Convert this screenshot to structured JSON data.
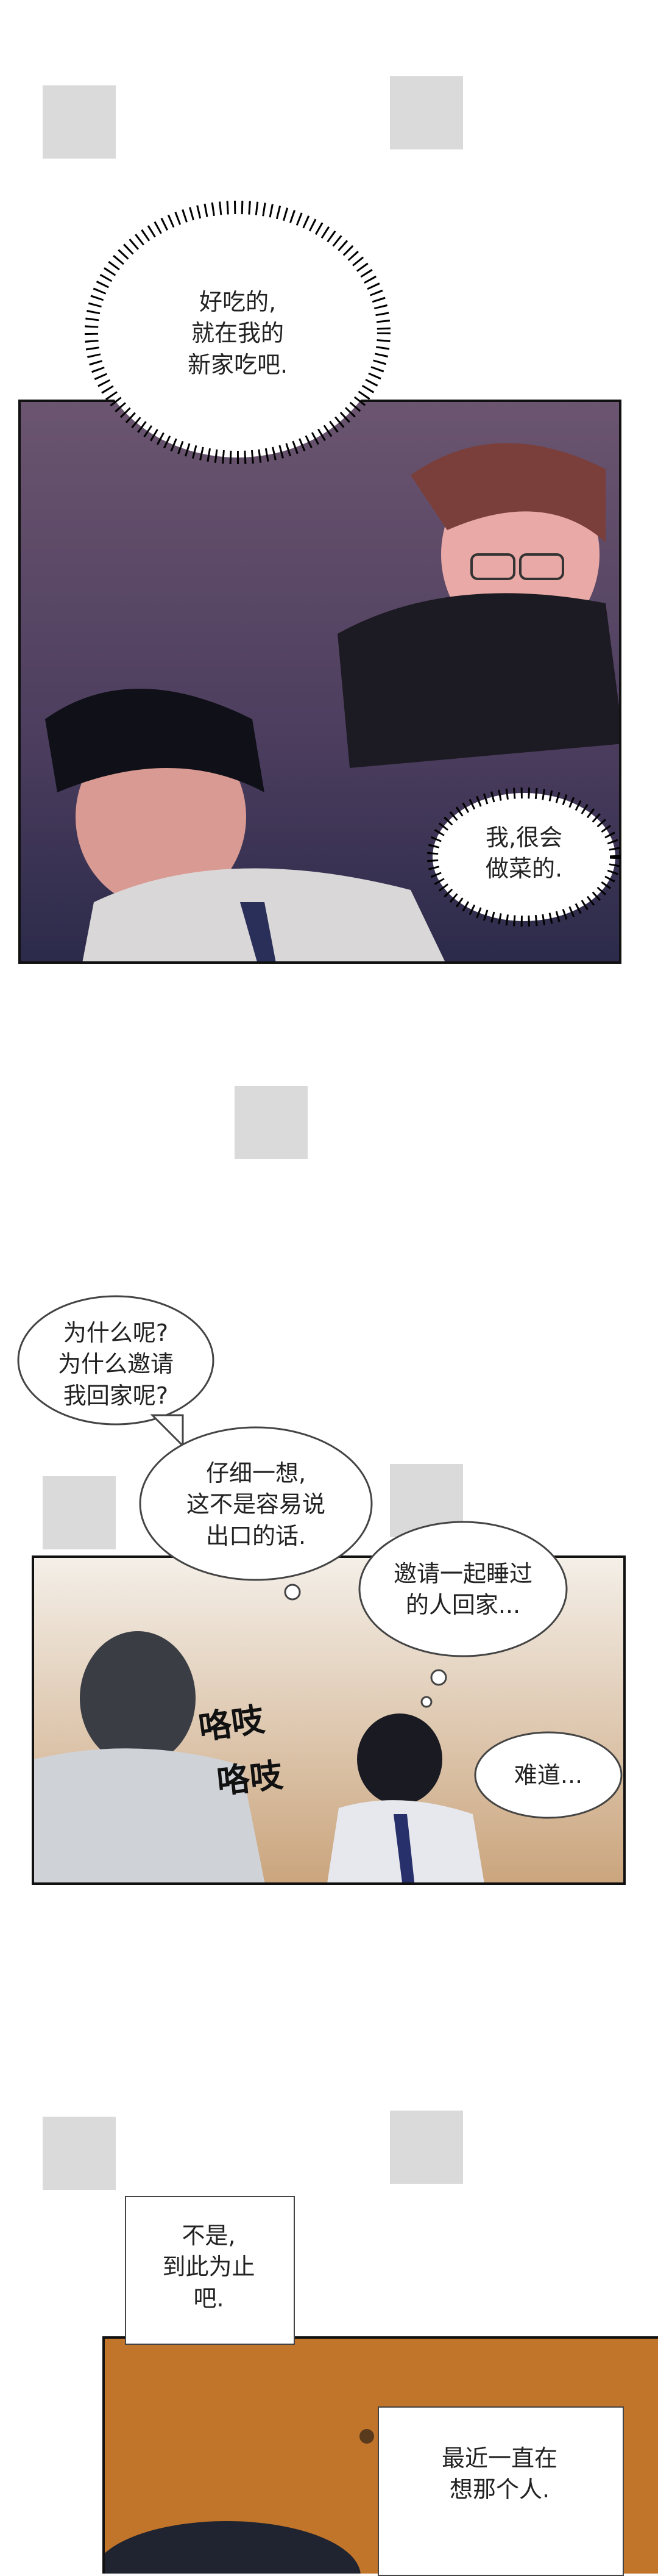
{
  "bubbles": {
    "b1": "好吃的,\n就在我的\n新家吃吧.",
    "b2": "我,很会\n做菜的.",
    "b3": "为什么呢?\n为什么邀请\n我回家呢?",
    "b4": "仔细一想,\n这不是容易说\n出口的话.",
    "b5": "邀请一起睡过\n的人回家...",
    "b6": "难道...",
    "b7": "不是,\n到此为止\n吧.",
    "b8": "最近一直在\n想那个人."
  },
  "sfx": {
    "s1": "咯吱",
    "s2": "咯吱"
  },
  "colors": {
    "panel1_bg": "#5a4a66",
    "panel2_bg": "#c9a27a",
    "panel3_bg": "#c97a2c"
  }
}
